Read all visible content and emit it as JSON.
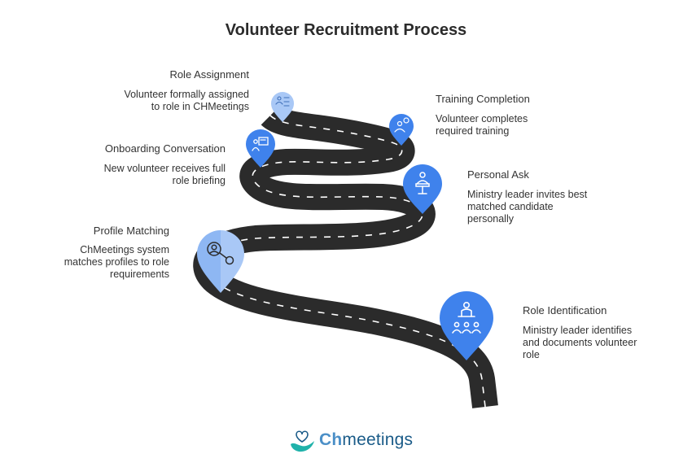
{
  "title": "Volunteer Recruitment Process",
  "colors": {
    "pin": "#3f82ec",
    "pin_light": "#a9c8f6",
    "road": "#2b2b2b",
    "road_dash": "#ffffff",
    "logo_teal": "#20b2aa",
    "logo_blue": "#1a5b88"
  },
  "steps": [
    {
      "title": "Role Identification",
      "description": [
        "Ministry leader identifies",
        "and documents volunteer",
        "role"
      ],
      "icon": "people-presenter-icon"
    },
    {
      "title": "Profile Matching",
      "description": [
        "ChMeetings system",
        "matches profiles to role",
        "requirements"
      ],
      "icon": "profile-match-icon"
    },
    {
      "title": "Personal Ask",
      "description": [
        "Ministry leader invites best",
        "matched candidate",
        "personally"
      ],
      "icon": "speaker-podium-icon"
    },
    {
      "title": "Onboarding Conversation",
      "description": [
        "New volunteer receives full",
        "role briefing"
      ],
      "icon": "briefing-board-icon"
    },
    {
      "title": "Training Completion",
      "description": [
        "Volunteer completes",
        "required training"
      ],
      "icon": "trainee-icon"
    },
    {
      "title": "Role Assignment",
      "description": [
        "Volunteer formally assigned",
        "to role in CHMeetings"
      ],
      "icon": "org-assign-icon"
    }
  ],
  "logo": {
    "ch": "Ch",
    "rest": "meetings"
  }
}
